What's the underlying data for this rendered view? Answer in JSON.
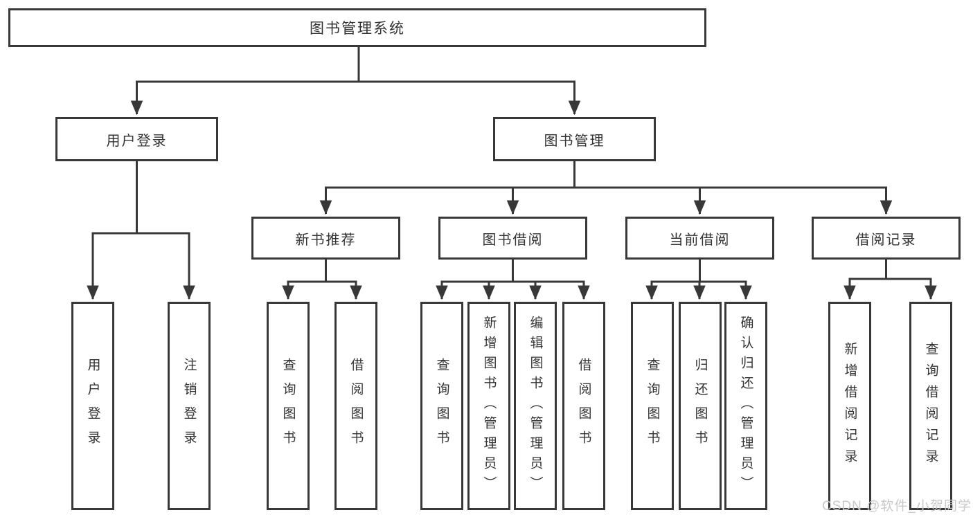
{
  "tree": {
    "root": "图书管理系统",
    "user_login": {
      "label": "用户登录",
      "children": [
        "用户登录",
        "注销登录"
      ]
    },
    "book_management": {
      "label": "图书管理",
      "children": [
        {
          "label": "新书推荐",
          "children": [
            "查询图书",
            "借阅图书"
          ]
        },
        {
          "label": "图书借阅",
          "children": [
            "查询图书",
            "新增图书（管理员）",
            "编辑图书（管理员）",
            "借阅图书"
          ]
        },
        {
          "label": "当前借阅",
          "children": [
            "查询图书",
            "归还图书",
            "确认归还（管理员）"
          ]
        },
        {
          "label": "借阅记录",
          "children": [
            "新增借阅记录",
            "查询借阅记录"
          ]
        }
      ]
    }
  },
  "watermark": "CSDN @软件_小贺同学",
  "colors": {
    "line": "#383838",
    "box_border": "#383838",
    "text": "#333333",
    "watermark": "#c9c9c9",
    "background": "#ffffff"
  }
}
